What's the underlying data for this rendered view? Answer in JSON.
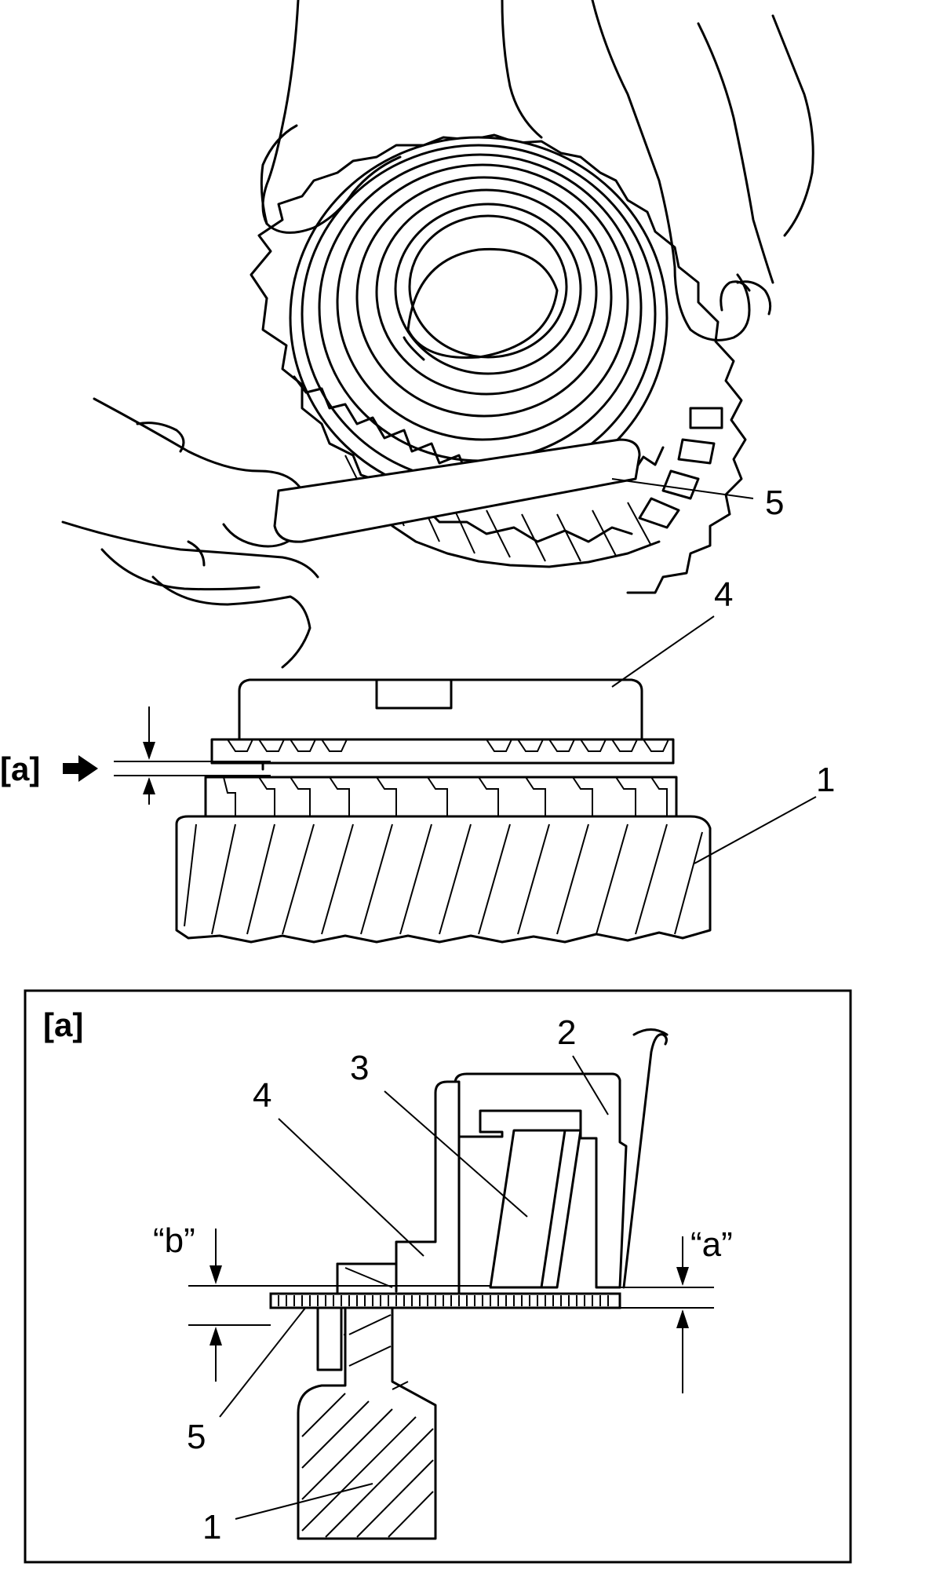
{
  "figure": {
    "top_labels": {
      "part_5": "5",
      "part_4": "4",
      "part_1": "1",
      "section_ref": "[a]"
    },
    "detail": {
      "title": "[a]",
      "part_1": "1",
      "part_2": "2",
      "part_3": "3",
      "part_4": "4",
      "part_5": "5",
      "dim_a": "“a”",
      "dim_b": "“b”"
    }
  }
}
